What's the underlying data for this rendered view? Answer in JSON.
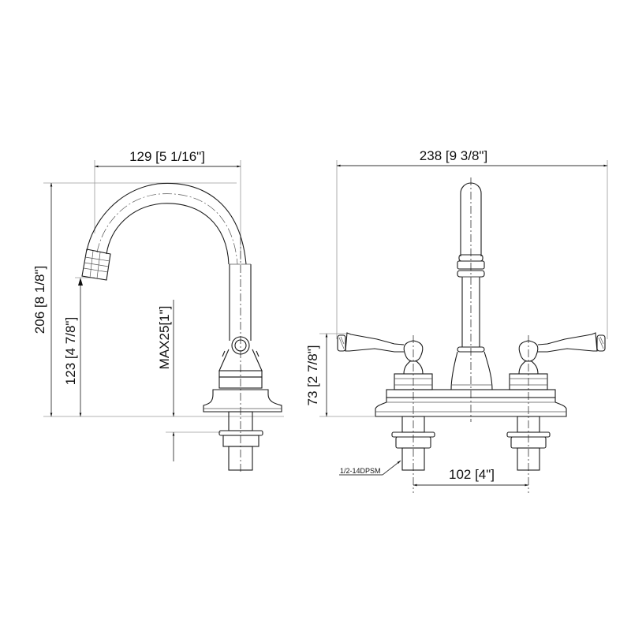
{
  "drawing": {
    "title": "Two-handle bar faucet dimension drawing",
    "colors": {
      "line": "#1a1a1a",
      "extension": "#9a9a9a",
      "background": "#ffffff"
    },
    "side_view": {
      "width_label": "129 [5 1/16\"]",
      "height_label": "206 [8 1/8\"]",
      "spout_height_label": "123 [4 7/8\"]",
      "deck_thickness_label": "MAX25[1\"]"
    },
    "front_view": {
      "width_label": "238 [9 3/8\"]",
      "handle_height_label": "73 [2 7/8\"]",
      "center_spacing_label": "102 [4\"]",
      "thread_callout": "1/2-14DPSM"
    }
  }
}
